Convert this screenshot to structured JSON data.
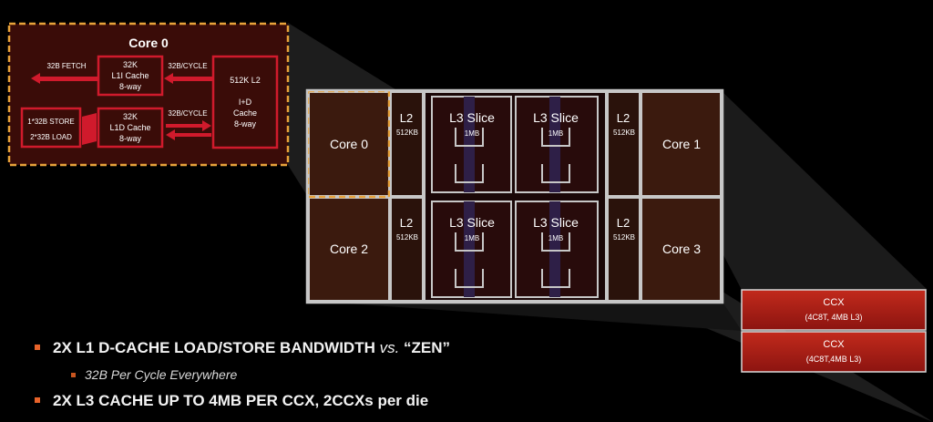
{
  "inset": {
    "title": "Core 0",
    "fetch": "32B FETCH",
    "l1i": [
      "32K",
      "L1I Cache",
      "8-way"
    ],
    "l1d": [
      "32K",
      "L1D Cache",
      "8-way"
    ],
    "l2": [
      "512K L2",
      "I+D",
      "Cache",
      "8-way"
    ],
    "cycle_top": "32B/CYCLE",
    "cycle_bottom": "32B/CYCLE",
    "store": "1*32B STORE",
    "load": "2*32B LOAD"
  },
  "die": {
    "cores": [
      "Core 0",
      "Core 1",
      "Core 2",
      "Core 3"
    ],
    "l2_label": "L2",
    "l2_size": "512KB",
    "l3_label": "L3 Slice",
    "l3_size": "1MB"
  },
  "ccx": [
    {
      "name": "CCX",
      "detail": "(4C8T, 4MB L3)"
    },
    {
      "name": "CCX",
      "detail": "(4C8T,4MB L3)"
    }
  ],
  "bullets": {
    "b1_pre": "2X L1 D-CACHE LOAD/STORE BANDWIDTH ",
    "b1_vs": "vs.",
    "b1_post": " “ZEN”",
    "b1_sub": "32B Per Cycle Everywhere",
    "b2": "2X L3 CACHE UP TO 4MB PER CCX, 2CCXs per die"
  },
  "colors": {
    "accent": "#e8632a",
    "inset_border": "#e8a33a",
    "inset_fill": "#3a0c08",
    "red_box": "#d01a2c",
    "core_fill": "#3b1a0e",
    "l3_fill": "#250b0b",
    "l3_bar": "#3a2a5a",
    "grid_line": "#c7c7c7",
    "ccx_fill": "#a81a14"
  }
}
